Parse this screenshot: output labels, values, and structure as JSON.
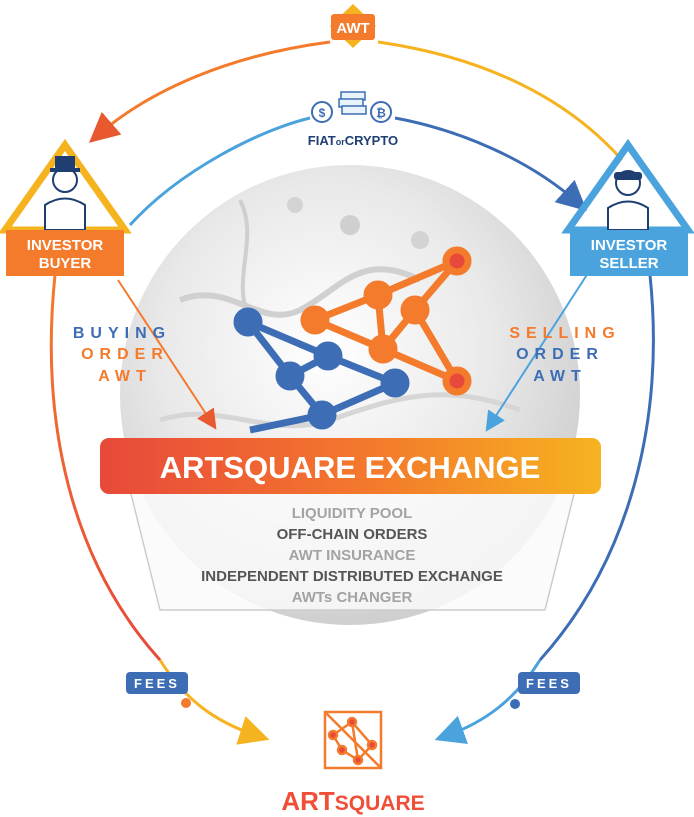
{
  "top_token": {
    "label": "AWT"
  },
  "payment": {
    "fiat": "FIAT",
    "or": "or",
    "crypto": "CRYPTO"
  },
  "buyer": {
    "line1": "INVESTOR",
    "line2": "BUYER"
  },
  "seller": {
    "line1": "INVESTOR",
    "line2": "SELLER"
  },
  "buying_order": {
    "line1": "BUYING",
    "line2": "ORDER",
    "line3": "AWT"
  },
  "selling_order": {
    "line1": "SELLING",
    "line2": "ORDER",
    "line3": "AWT"
  },
  "exchange": {
    "title": "ARTSQUARE EXCHANGE",
    "features": [
      "LIQUIDITY POOL",
      "OFF-CHAIN ORDERS",
      "AWT INSURANCE",
      "INDEPENDENT DISTRIBUTED EXCHANGE",
      "AWTs CHANGER"
    ]
  },
  "fees_left": "FEES",
  "fees_right": "FEES",
  "brand": {
    "part1": "ART",
    "part2": "SQUARE"
  },
  "colors": {
    "orange": "#f47a2c",
    "red": "#e8493a",
    "yellow": "#f6b320",
    "blue_dark": "#3d6db5",
    "blue_light": "#4aa3dd",
    "grey_text": "#9a9a9a",
    "dark_text": "#555555"
  }
}
